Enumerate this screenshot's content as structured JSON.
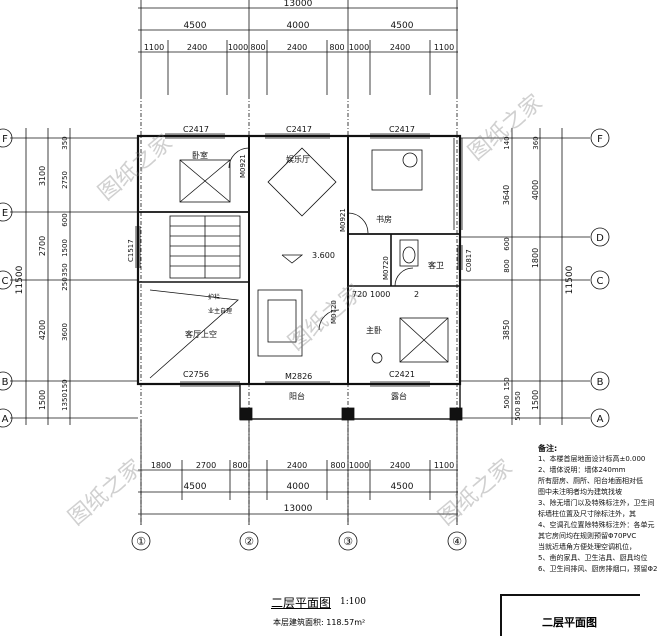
{
  "dims": {
    "total": "13000",
    "top_sections": [
      "4500",
      "4000",
      "4500"
    ],
    "top_details": [
      "1100",
      "2400",
      "1000",
      "800",
      "2400",
      "800",
      "1000",
      "2400",
      "1100"
    ],
    "bottom_details": [
      "1800",
      "2700",
      "800",
      "2400",
      "800",
      "1000",
      "2400",
      "1100"
    ],
    "bottom_sections": [
      "4500",
      "4000",
      "4500"
    ],
    "left_outer": "11500",
    "left_main": [
      "3100",
      "2700",
      "4200",
      "1500"
    ],
    "left_detail": [
      "350",
      "2750",
      "600",
      "1500",
      "350",
      "250",
      "3600",
      "1350",
      "150"
    ],
    "right_outer": "11500",
    "right_main": [
      "360",
      "4000",
      "3640",
      "1800",
      "3850",
      "1500"
    ],
    "right_detail": [
      "140",
      "600",
      "800",
      "500",
      "150",
      "850",
      "500"
    ]
  },
  "axes": {
    "cols": [
      "①",
      "②",
      "③",
      "④"
    ],
    "rows_left": [
      "F",
      "E",
      "C",
      "B",
      "A"
    ],
    "rows_right": [
      "F",
      "D",
      "C",
      "B",
      "A"
    ]
  },
  "rooms": {
    "bedroom": "卧室",
    "entertainment": "娱乐厅",
    "study": "书房",
    "toilet": "客卫",
    "master": "主卧",
    "void": "客厅上空",
    "railing": "护栏",
    "railing_note": "业主自理",
    "balcony": "阳台",
    "terrace": "露台",
    "elevation": "3.600"
  },
  "windows": {
    "w1": "C2417",
    "w2": "C2417",
    "w3": "C2417",
    "w4": "C1517",
    "w5": "C2756",
    "w6": "C2421",
    "w7": "C0817",
    "d1": "M0921",
    "d2": "M0921",
    "d3": "M0720",
    "d4": "M0720",
    "d5": "M2826",
    "s1": "720",
    "s2": "1000",
    "s3": "2"
  },
  "notes": {
    "heading": "备注:",
    "lines": [
      "1、本楼首层地面设计标高±0.000",
      "2、墙体说明：墙体240mm",
      "   所有厨房、厕所、阳台地面相对低",
      "   图中未注明者均为建筑找坡",
      "3、除无墙门以及特殊标注外，卫生间",
      "   标墙柱位置及尺寸除标注外，其",
      "4、空调孔位置除特殊标注外：各单元",
      "   其它房间均在规则预留Φ70PVC",
      "   当就近墙角方便处理空调机位，",
      "5、凿的家具、卫生洁具、厨具均位",
      "6、卫生间排风、厨房排烟口，预留Φ2"
    ]
  },
  "title": {
    "name": "二层平面图",
    "scale": "1:100",
    "area": "本层建筑面积: 118.57m²",
    "box": "二层平面图"
  },
  "watermark": "图纸之家"
}
